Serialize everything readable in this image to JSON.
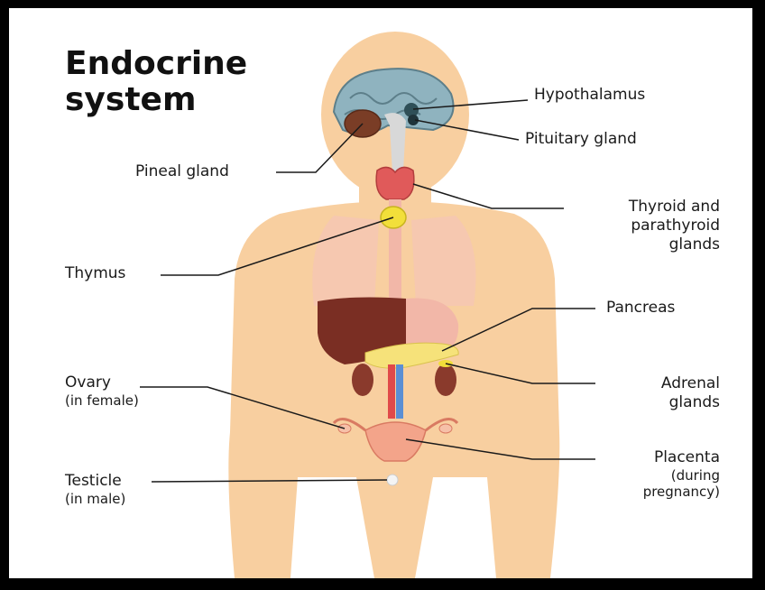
{
  "title": {
    "line1": "Endocrine",
    "line2": "system"
  },
  "labels": {
    "hypothalamus": "Hypothalamus",
    "pituitary": "Pituitary gland",
    "pineal": "Pineal gland",
    "thyroid": {
      "line1": "Thyroid and",
      "line2": "parathyroid",
      "line3": "glands"
    },
    "thymus": "Thymus",
    "pancreas": "Pancreas",
    "adrenal": {
      "line1": "Adrenal",
      "line2": "glands"
    },
    "ovary": {
      "line1": "Ovary",
      "line2": "(in female)"
    },
    "placenta": {
      "line1": "Placenta",
      "line2": "(during",
      "line3": "pregnancy)"
    },
    "testicle": {
      "line1": "Testicle",
      "line2": "(in male)"
    }
  },
  "colors": {
    "skin": "#f8cfa0",
    "brain": "#8fb3bf",
    "thyroid": "#e05a5a",
    "thymus": "#f2df3a",
    "liver": "#7a2e23",
    "stomach": "#f2b7a8",
    "pancreas": "#f6e27a",
    "uterus": "#f3a48a"
  }
}
